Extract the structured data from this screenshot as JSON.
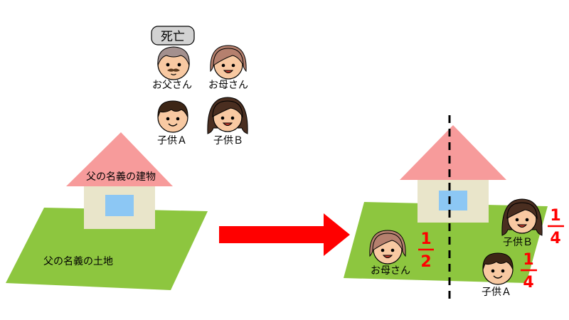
{
  "colors": {
    "land": "#8DC63F",
    "roof": "#F79B9B",
    "wall": "#E9E5CA",
    "window": "#8CC7F4",
    "arrow": "#FF0000",
    "fraction": "#FF0000",
    "divider": "#000000",
    "badge": "#D2D2D2",
    "skin": "#F8C9A2",
    "hair_father": "#A3908E",
    "hair_mother": "#B5806E",
    "hair_child_a": "#3D2616",
    "hair_child_b": "#4A2E20",
    "mustache": "#5B3A1E"
  },
  "before": {
    "status_badge": "死亡",
    "father": {
      "label": "お父さん"
    },
    "mother": {
      "label": "お母さん"
    },
    "child_a": {
      "label": "子供Ａ"
    },
    "child_b": {
      "label": "子供Ｂ"
    },
    "building_label": "父の名義の建物",
    "land_label": "父の名義の土地"
  },
  "after": {
    "mother": {
      "label": "お母さん",
      "share": {
        "numerator": "1",
        "denominator": "2"
      }
    },
    "child_b": {
      "label": "子供Ｂ",
      "share": {
        "numerator": "1",
        "denominator": "4"
      }
    },
    "child_a": {
      "label": "子供Ａ",
      "share": {
        "numerator": "1",
        "denominator": "4"
      }
    }
  }
}
